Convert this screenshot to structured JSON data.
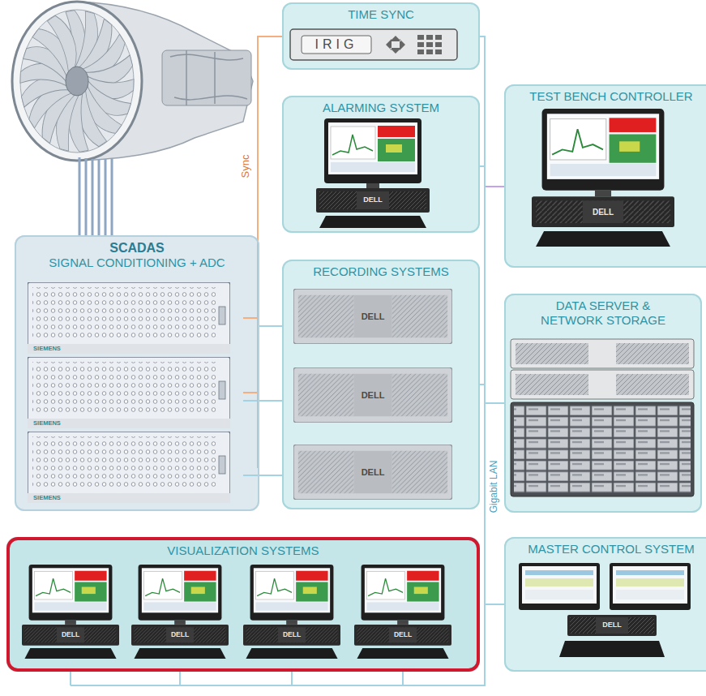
{
  "diagram": {
    "nodes": [
      {
        "text": [
          "TIME SYNC"
        ]
      },
      {
        "text": [
          "ALARMING SYSTEM"
        ]
      },
      {
        "text": [
          "TEST BENCH CONTROLLER"
        ]
      },
      {
        "text": [
          "SCADAS",
          "SIGNAL CONDITIONING + ADC"
        ]
      },
      {
        "text": [
          "RECORDING SYSTEMS"
        ]
      },
      {
        "text": [
          "DATA SERVER & NETWORK STORAGE"
        ]
      },
      {
        "text": [
          "VISUALIZATION SYSTEMS"
        ]
      },
      {
        "text": [
          "MASTER CONTROL SYSTEM"
        ]
      }
    ],
    "edges": [
      {
        "from": 0,
        "to": 3,
        "arrow": "none",
        "label": "Sync"
      },
      {
        "from": 3,
        "to": 4,
        "arrow": "none"
      },
      {
        "from": 2,
        "to": 5,
        "arrow": "none"
      },
      {
        "from": 0,
        "to": 5,
        "arrow": "none"
      },
      {
        "from": 1,
        "to": 5,
        "arrow": "none"
      },
      {
        "from": 4,
        "to": 5,
        "arrow": "none"
      },
      {
        "from": 7,
        "to": 5,
        "arrow": "none"
      },
      {
        "from": 6,
        "to": 5,
        "arrow": "none"
      }
    ],
    "labels": [
      "IRIG",
      "DELL",
      "DELL",
      "SIEMENS",
      "SIEMENS",
      "SIEMENS",
      "DELL",
      "DELL",
      "DELL",
      "Gigabit LAN",
      "DELL",
      "DELL",
      "DELL",
      "DELL",
      "DELL"
    ]
  }
}
